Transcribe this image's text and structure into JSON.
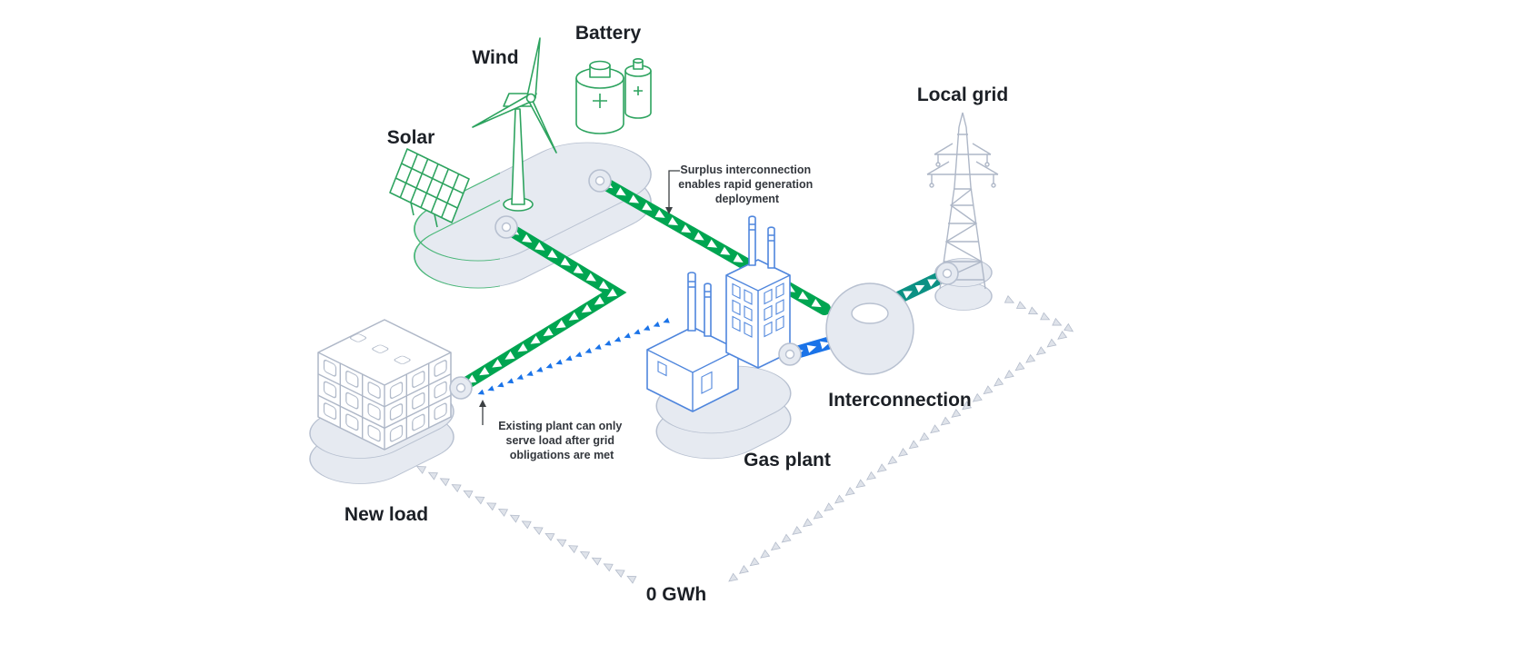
{
  "diagram": {
    "type": "isometric-energy-flow",
    "nodes": {
      "solar": {
        "label": "Solar"
      },
      "wind": {
        "label": "Wind"
      },
      "battery": {
        "label": "Battery"
      },
      "local_grid": {
        "label": "Local grid"
      },
      "interconnection": {
        "label": "Interconnection"
      },
      "gas_plant": {
        "label": "Gas plant"
      },
      "new_load": {
        "label": "New load"
      }
    },
    "flows": {
      "renewables_to_interconnection": {
        "from": "renewables-platform",
        "to": "interconnection",
        "style": "solid-chevron",
        "color_key": "green"
      },
      "renewables_to_new_load": {
        "from": "renewables-platform",
        "to": "new_load",
        "style": "solid-chevron",
        "color_key": "green"
      },
      "gas_to_interconnection": {
        "from": "gas_plant",
        "to": "interconnection",
        "style": "solid-chevron",
        "color_key": "blue"
      },
      "interconnection_to_local_grid": {
        "from": "interconnection",
        "to": "local_grid",
        "style": "solid-chevron",
        "color_key": "teal"
      },
      "gas_to_new_load": {
        "from": "gas_plant",
        "to": "new_load",
        "style": "dotted-triangles",
        "color_key": "blue"
      },
      "grid_to_new_load": {
        "from": "local_grid",
        "to": "new_load",
        "style": "dotted-triangles",
        "color_key": "gray",
        "value": "0 GWh"
      }
    },
    "annotations": {
      "surplus": {
        "lines": [
          "Surplus interconnection",
          "enables rapid generation",
          "deployment"
        ]
      },
      "existing_plant": {
        "lines": [
          "Existing plant can only",
          "serve load after grid",
          "obligations are met"
        ]
      }
    },
    "colors": {
      "green": "#00a551",
      "teal": "#0c9184",
      "blue": "#1a73e8",
      "gas_outline": "#4f86dd",
      "renewable_outline": "#2da35f",
      "platform_fill": "#e6eaf1",
      "platform_stroke": "#b7c0d0",
      "gray_arrow": "#c9cfda",
      "text": "#1c2026"
    }
  }
}
